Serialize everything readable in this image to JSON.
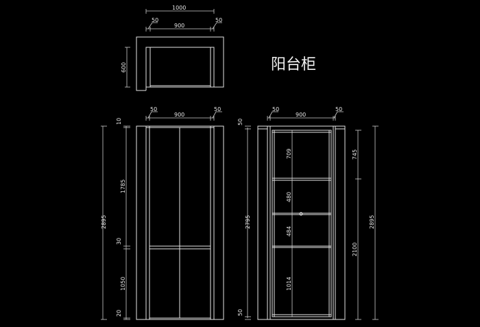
{
  "title": "阳台柜",
  "plan_view": {
    "overall_width": "1000",
    "side_left": "50",
    "inner_width": "900",
    "side_right": "50",
    "depth": "600"
  },
  "front_elevation": {
    "side_left": "50",
    "inner_width": "900",
    "side_right": "50",
    "total_height": "2895",
    "segments": [
      "10",
      "1785",
      "30",
      "1050",
      "20"
    ]
  },
  "interior_elevation": {
    "side_left": "50",
    "inner_width": "900",
    "side_right": "50",
    "left_total": "2795",
    "top_gap": "50",
    "bottom_gap": "50",
    "shelf_spacing": [
      "709",
      "480",
      "484",
      "1014"
    ],
    "right_segments": [
      "745",
      "2100"
    ],
    "right_total": "2895"
  }
}
